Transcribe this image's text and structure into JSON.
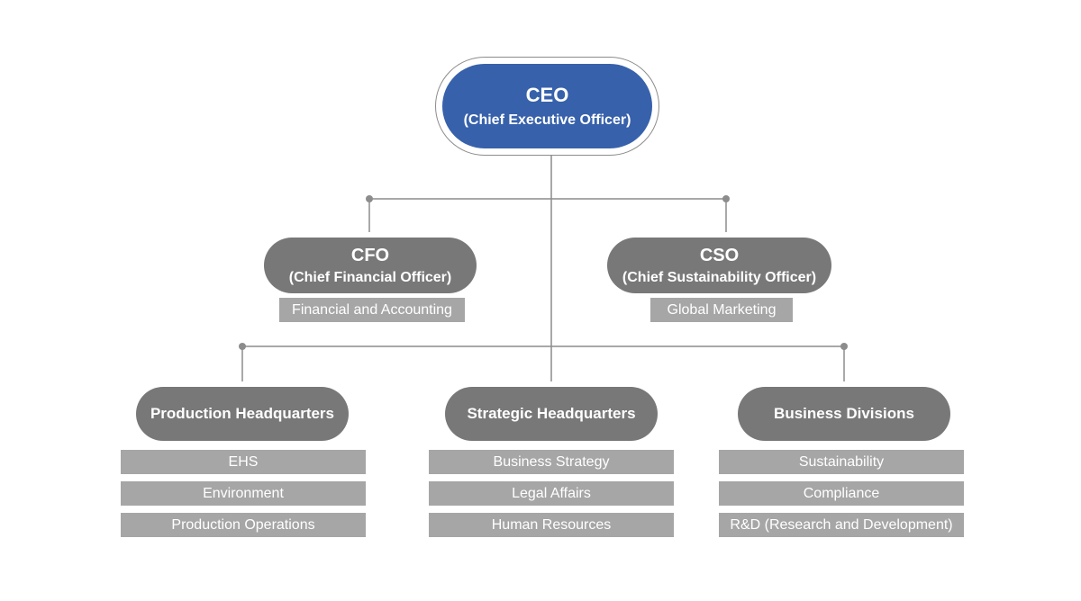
{
  "ceo": {
    "title": "CEO",
    "subtitle": "(Chief Executive Officer)"
  },
  "cfo": {
    "title": "CFO",
    "subtitle": "(Chief Financial Officer)",
    "units": [
      "Financial and Accounting"
    ]
  },
  "cso": {
    "title": "CSO",
    "subtitle": "(Chief Sustainability Officer)",
    "units": [
      "Global Marketing"
    ]
  },
  "production_hq": {
    "title": "Production Headquarters",
    "units": [
      "EHS",
      "Environment",
      "Production Operations"
    ]
  },
  "strategic_hq": {
    "title": "Strategic Headquarters",
    "units": [
      "Business Strategy",
      "Legal Affairs",
      "Human Resources"
    ]
  },
  "business_divisions": {
    "title": "Business Divisions",
    "units": [
      "Sustainability",
      "Compliance",
      "R&D (Research and Development)"
    ]
  },
  "colors": {
    "ceo_fill": "#3761ab",
    "node_fill": "#787878",
    "unit_fill": "#a6a6a6",
    "connector": "#8c8c8c"
  }
}
